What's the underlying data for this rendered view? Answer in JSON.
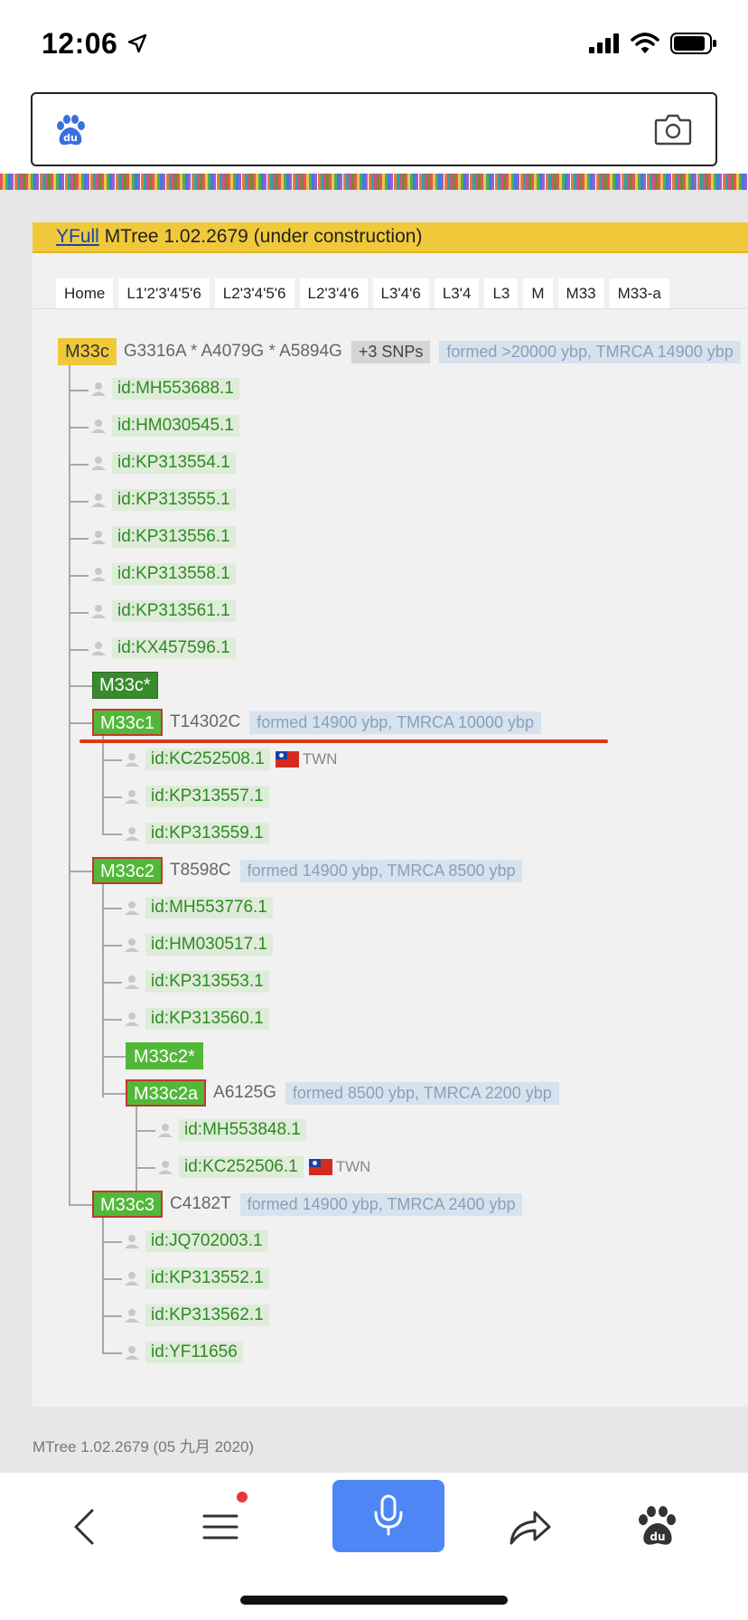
{
  "status_bar": {
    "time": "12:06"
  },
  "search": {
    "placeholder": ""
  },
  "page": {
    "title_link": "YFull",
    "title_rest": " MTree 1.02.2679 (under construction)",
    "tabs": [
      "Home",
      "L1'2'3'4'5'6",
      "L2'3'4'5'6",
      "L2'3'4'6",
      "L3'4'6",
      "L3'4",
      "L3",
      "M",
      "M33",
      "M33-a"
    ],
    "footer": "MTree 1.02.2679 (05 九月 2020)"
  },
  "tree": {
    "root": {
      "label": "M33c",
      "snps": "G3316A * A4079G * A5894G",
      "more": "+3 SNPs",
      "info": "formed >20000 ybp, TMRCA 14900 ybp"
    },
    "root_samples": [
      "id:MH553688.1",
      "id:HM030545.1",
      "id:KP313554.1",
      "id:KP313555.1",
      "id:KP313556.1",
      "id:KP313558.1",
      "id:KP313561.1",
      "id:KX457596.1"
    ],
    "m33c_star": "M33c*",
    "m33c1": {
      "label": "M33c1",
      "snps": "T14302C",
      "info": "formed 14900 ybp, TMRCA 10000 ybp"
    },
    "m33c1_samples": [
      {
        "id": "id:KC252508.1",
        "country": "TWN"
      },
      {
        "id": "id:KP313557.1"
      },
      {
        "id": "id:KP313559.1"
      }
    ],
    "m33c2": {
      "label": "M33c2",
      "snps": "T8598C",
      "info": "formed 14900 ybp, TMRCA 8500 ybp"
    },
    "m33c2_samples": [
      "id:MH553776.1",
      "id:HM030517.1",
      "id:KP313553.1",
      "id:KP313560.1"
    ],
    "m33c2_star": "M33c2*",
    "m33c2a": {
      "label": "M33c2a",
      "snps": "A6125G",
      "info": "formed 8500 ybp, TMRCA 2200 ybp"
    },
    "m33c2a_samples": [
      {
        "id": "id:MH553848.1"
      },
      {
        "id": "id:KC252506.1",
        "country": "TWN"
      }
    ],
    "m33c3": {
      "label": "M33c3",
      "snps": "C4182T",
      "info": "formed 14900 ybp, TMRCA 2400 ybp"
    },
    "m33c3_samples": [
      "id:JQ702003.1",
      "id:KP313552.1",
      "id:KP313562.1",
      "id:YF11656"
    ]
  },
  "colors": {
    "title_bar": "#f0c93b",
    "haplogroup_green": "#52b83a",
    "haplogroup_dark": "#3a8b2e",
    "sample_text": "#2e8a24",
    "highlight_line": "#d63a1e",
    "mic_button": "#4e86f5"
  },
  "icons": [
    "location-arrow-icon",
    "signal-icon",
    "wifi-icon",
    "battery-icon",
    "baidu-paw-icon",
    "camera-icon",
    "person-icon",
    "flag-taiwan-icon",
    "back-icon",
    "menu-icon",
    "microphone-icon",
    "share-icon",
    "baidu-home-icon"
  ]
}
